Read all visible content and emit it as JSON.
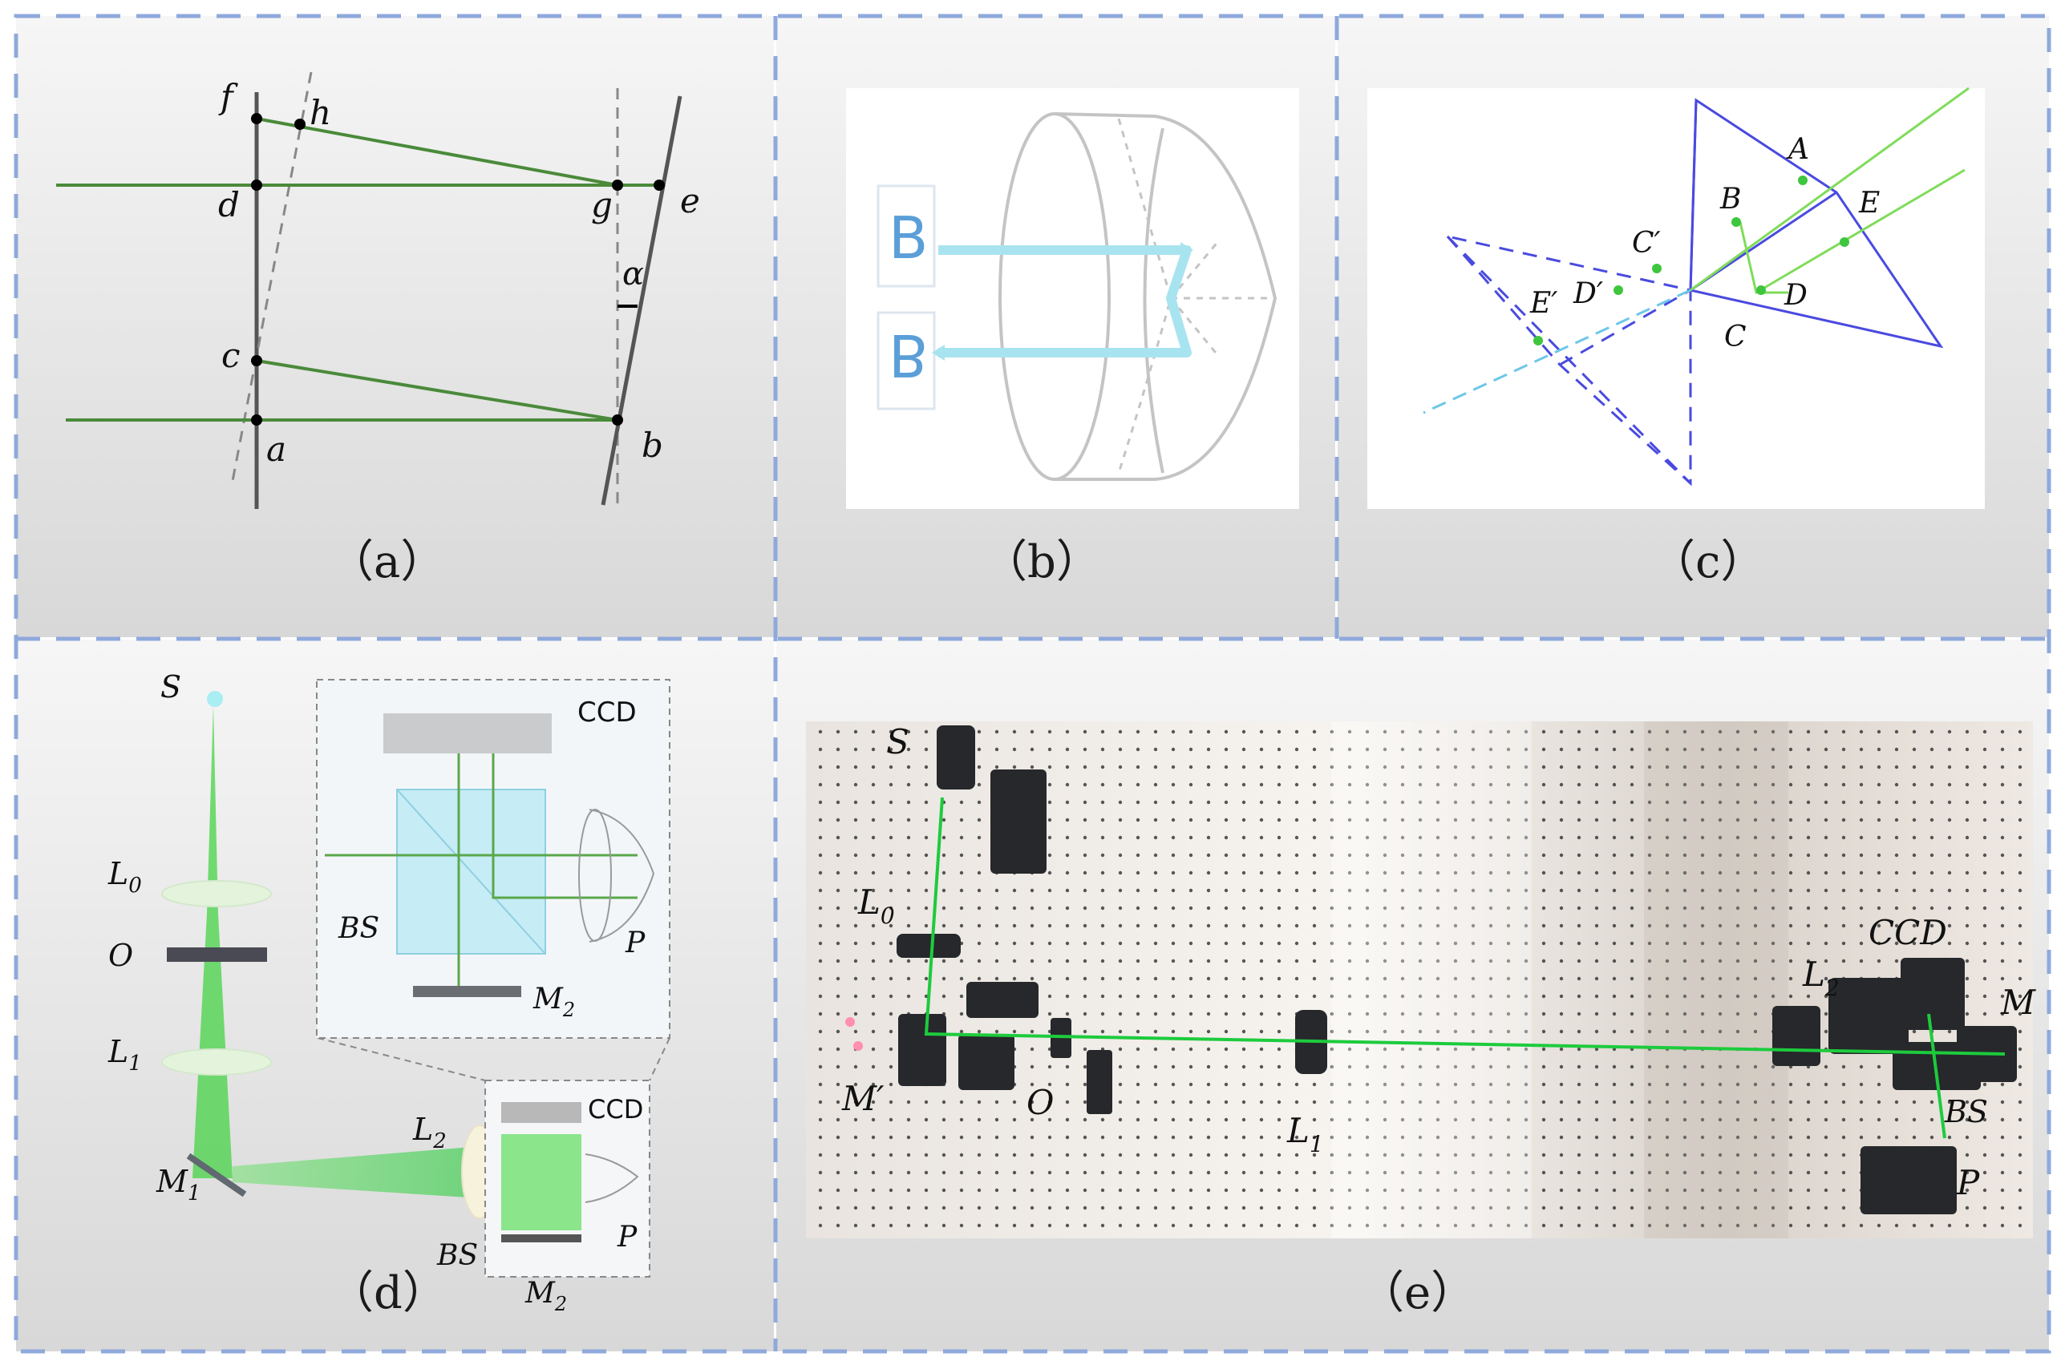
{
  "colors": {
    "panel_border": "#8fa9dc",
    "beam_green": "#3a9a3a",
    "prism_blue": "#4444dd",
    "light_cyan": "#9edff0"
  },
  "captions": {
    "a": "（a）",
    "b": "（b）",
    "c": "（c）",
    "d": "（d）",
    "e": "（e）"
  },
  "panel_a": {
    "points": [
      "f",
      "h",
      "d",
      "g",
      "e",
      "c",
      "a",
      "b"
    ],
    "angle": "α"
  },
  "panel_b": {
    "letter_in": "B",
    "letter_out": "B"
  },
  "panel_c": {
    "labels": [
      "A",
      "B",
      "C",
      "D",
      "E",
      "C′",
      "D′",
      "E′"
    ]
  },
  "panel_d": {
    "source": "S",
    "L0": "L",
    "L0_sub": "0",
    "O": "O",
    "L1": "L",
    "L1_sub": "1",
    "M1": "M",
    "M1_sub": "1",
    "L2": "L",
    "L2_sub": "2",
    "BS": "BS",
    "CCD": "CCD",
    "P": "P",
    "M2": "M",
    "M2_sub": "2",
    "inset_CCD": "CCD",
    "inset_BS": "BS",
    "inset_P": "P",
    "inset_M2": "M",
    "inset_M2_sub": "2"
  },
  "panel_e": {
    "S": "S",
    "L0": "L",
    "L0_sub": "0",
    "Mprime": "M′",
    "O": "O",
    "L1": "L",
    "L1_sub": "1",
    "L2": "L",
    "L2_sub": "2",
    "CCD": "CCD",
    "M": "M",
    "BS": "BS",
    "P": "P"
  }
}
